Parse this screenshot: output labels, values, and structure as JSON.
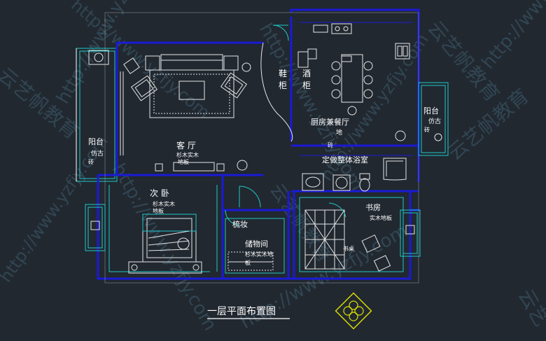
{
  "drawing": {
    "title": "一层平面布置图",
    "colors": {
      "background": "#212830",
      "wall": "#1a1ad6",
      "furniture": "#e6e6e6",
      "cyan": "#20c8c8",
      "yellow": "#e0e000",
      "watermark": "#3f5e6e"
    },
    "rooms": {
      "balcony_left": "阳台",
      "balcony_left_floor_1": "仿古",
      "balcony_left_floor_2": "砖",
      "living_room": "客 厅",
      "living_room_floor_1": "杉木实木",
      "living_room_floor_2": "地板",
      "shoe_cabinet_1": "鞋",
      "shoe_cabinet_2": "柜",
      "wine_cabinet_1": "酒",
      "wine_cabinet_2": "柜",
      "kitchen": "厨房兼餐厅",
      "kitchen_floor": "地",
      "kitchen_floor_2": "砖",
      "balcony_right": "阳台",
      "balcony_right_floor": "仿古",
      "balcony_right_floor_2": "砖",
      "bathroom": "定做整体浴室",
      "second_bedroom": "次 卧",
      "second_bedroom_floor_1": "杉木实木",
      "second_bedroom_floor_2": "地板",
      "dressing": "梳妆",
      "storage": "储物间",
      "storage_floor": "杉木实木地",
      "storage_floor_2": "板",
      "study": "书房",
      "study_floor": "实木地板",
      "desk": "书桌"
    },
    "watermark": {
      "url": "http://www.yzfjy.com",
      "brand": "云艺帆教育",
      "brand_short": "云艺"
    }
  }
}
